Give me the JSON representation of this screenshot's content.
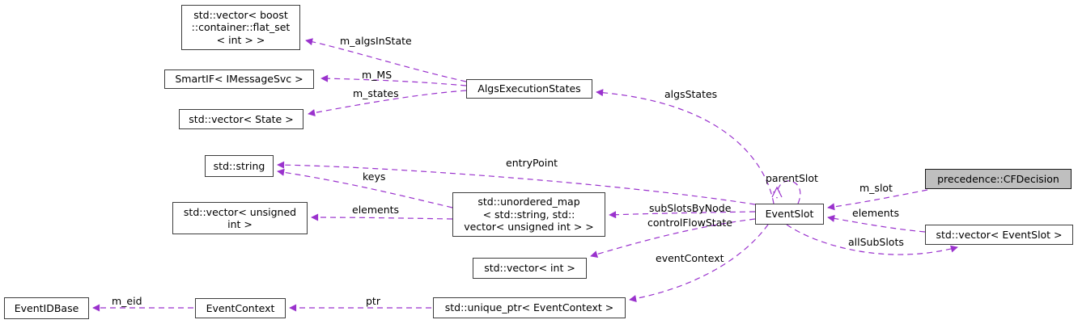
{
  "colors": {
    "edge": "#9a32cd",
    "node_border": "#3d3d3d",
    "node_fill": "#ffffff",
    "highlight_fill": "#bfbfbf",
    "text": "#000000"
  },
  "nodes": {
    "flatset": {
      "label": "std::vector< boost\n::container::flat_set\n< int > >"
    },
    "smartif": {
      "label": "SmartIF< IMessageSvc >"
    },
    "vecstate": {
      "label": "std::vector< State >"
    },
    "stdstring": {
      "label": "std::string"
    },
    "vecunsigned": {
      "label": "std::vector< unsigned\nint >"
    },
    "unorderedmap": {
      "label": "std::unordered_map\n< std::string, std::\nvector< unsigned int > >"
    },
    "vecint": {
      "label": "std::vector< int >"
    },
    "algsexec": {
      "label": "AlgsExecutionStates"
    },
    "eventslot": {
      "label": "EventSlot"
    },
    "cfdecision": {
      "label": "precedence::CFDecision"
    },
    "veceventslot": {
      "label": "std::vector< EventSlot >"
    },
    "eventidbase": {
      "label": "EventIDBase"
    },
    "eventcontext": {
      "label": "EventContext"
    },
    "uniqueptr": {
      "label": "std::unique_ptr< EventContext >"
    }
  },
  "edges": {
    "m_algsInState": {
      "label": "m_algsInState",
      "from": "AlgsExecutionStates",
      "to": "std::vector< boost::container::flat_set< int > >"
    },
    "m_MS": {
      "label": "m_MS",
      "from": "AlgsExecutionStates",
      "to": "SmartIF< IMessageSvc >"
    },
    "m_states": {
      "label": "m_states",
      "from": "AlgsExecutionStates",
      "to": "std::vector< State >"
    },
    "algsStates": {
      "label": "algsStates",
      "from": "EventSlot",
      "to": "AlgsExecutionStates"
    },
    "parentSlot": {
      "label": "parentSlot",
      "from": "EventSlot",
      "to": "EventSlot"
    },
    "entryPoint": {
      "label": "entryPoint",
      "from": "EventSlot",
      "to": "std::string"
    },
    "keys": {
      "label": "keys",
      "from": "std::unordered_map",
      "to": "std::string"
    },
    "elements_map": {
      "label": "elements",
      "from": "std::unordered_map",
      "to": "std::vector< unsigned int >"
    },
    "subSlotsByNode": {
      "label": "subSlotsByNode",
      "from": "EventSlot",
      "to": "std::unordered_map"
    },
    "controlFlowState": {
      "label": "controlFlowState",
      "from": "EventSlot",
      "to": "std::vector< int >"
    },
    "eventContext": {
      "label": "eventContext",
      "from": "EventSlot",
      "to": "std::unique_ptr< EventContext >"
    },
    "allSubSlots": {
      "label": "allSubSlots",
      "from": "EventSlot",
      "to": "std::vector< EventSlot >"
    },
    "m_slot": {
      "label": "m_slot",
      "from": "precedence::CFDecision",
      "to": "EventSlot"
    },
    "elements_vec": {
      "label": "elements",
      "from": "std::vector< EventSlot >",
      "to": "EventSlot"
    },
    "m_eid": {
      "label": "m_eid",
      "from": "EventContext",
      "to": "EventIDBase"
    },
    "ptr": {
      "label": "ptr",
      "from": "std::unique_ptr< EventContext >",
      "to": "EventContext"
    }
  }
}
